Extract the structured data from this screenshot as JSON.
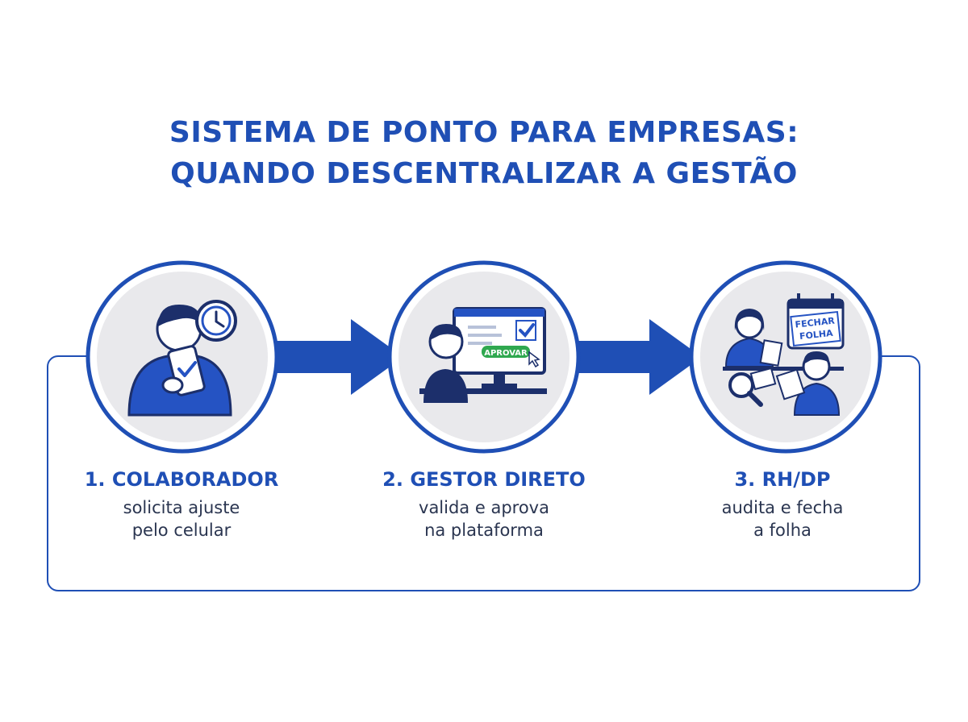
{
  "title": {
    "line1": "SISTEMA DE PONTO PARA EMPRESAS:",
    "line2": "QUANDO DESCENTRALIZAR A GESTÃO"
  },
  "steps": [
    {
      "title": "1. COLABORADOR",
      "desc_line1": "solicita ajuste",
      "desc_line2": "pelo celular",
      "icon": "employee-phone-clock-icon"
    },
    {
      "title": "2. GESTOR DIRETO",
      "desc_line1": "valida e aprova",
      "desc_line2": "na plataforma",
      "icon": "manager-computer-approve-icon"
    },
    {
      "title": "3. RH/DP",
      "desc_line1": "audita e fecha",
      "desc_line2": "a folha",
      "icon": "hr-audit-calendar-icon"
    }
  ],
  "illustration_text": {
    "approve_button": "APROVAR",
    "calendar_line1": "FECHAR",
    "calendar_line2": "FOLHA"
  },
  "colors": {
    "primary": "#1f4fb5",
    "dark_navy": "#1c2f6b",
    "circle_bg": "#e9e9ec",
    "approve_green": "#2fa84f"
  }
}
